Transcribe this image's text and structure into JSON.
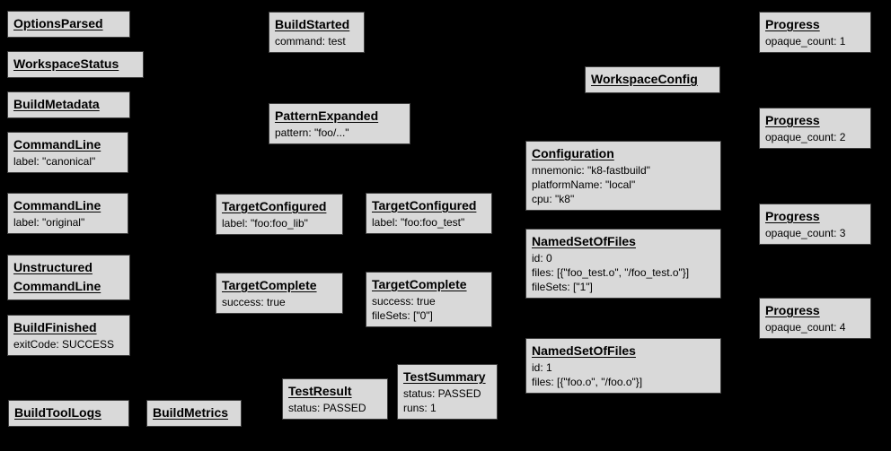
{
  "diagram": {
    "description": "Build event protocol example event graph",
    "background_color": "#000000",
    "node_fill_color": "#d9d9d9",
    "node_border_color": "#3f3f3f",
    "nodes": [
      {
        "title": "OptionsParsed",
        "lines": []
      },
      {
        "title": "WorkspaceStatus",
        "lines": []
      },
      {
        "title": "BuildMetadata",
        "lines": []
      },
      {
        "title": "CommandLine",
        "lines": [
          "label: \"canonical\""
        ]
      },
      {
        "title": "CommandLine",
        "lines": [
          "label: \"original\""
        ]
      },
      {
        "title": "Unstructured",
        "title2": "CommandLine",
        "lines": []
      },
      {
        "title": "BuildFinished",
        "lines": [
          "exitCode: SUCCESS"
        ]
      },
      {
        "title": "BuildToolLogs",
        "lines": []
      },
      {
        "title": "BuildMetrics",
        "lines": []
      },
      {
        "title": "BuildStarted",
        "lines": [
          "command: test"
        ]
      },
      {
        "title": "PatternExpanded",
        "lines": [
          "pattern: \"foo/...\""
        ]
      },
      {
        "title": "TargetConfigured",
        "lines": [
          "label: \"foo:foo_lib\""
        ]
      },
      {
        "title": "TargetConfigured",
        "lines": [
          "label: \"foo:foo_test\""
        ]
      },
      {
        "title": "TargetComplete",
        "lines": [
          "success: true"
        ]
      },
      {
        "title": "TargetComplete",
        "lines": [
          "success: true",
          "fileSets: [\"0\"]"
        ]
      },
      {
        "title": "TestResult",
        "lines": [
          "status: PASSED"
        ]
      },
      {
        "title": "TestSummary",
        "lines": [
          "status: PASSED",
          "runs: 1"
        ]
      },
      {
        "title": "WorkspaceConfig",
        "lines": []
      },
      {
        "title": "Configuration",
        "lines": [
          "mnemonic: \"k8-fastbuild\"",
          "platformName: \"local\"",
          "cpu: \"k8\""
        ]
      },
      {
        "title": "NamedSetOfFiles",
        "lines": [
          "id: 0",
          "files: [{\"foo_test.o\", \"/foo_test.o\"}]",
          "fileSets: [\"1\"]"
        ]
      },
      {
        "title": "NamedSetOfFiles",
        "lines": [
          "id: 1",
          "files: [{\"foo.o\", \"/foo.o\"}]"
        ]
      },
      {
        "title": "Progress",
        "lines": [
          "opaque_count: 1"
        ]
      },
      {
        "title": "Progress",
        "lines": [
          "opaque_count: 2"
        ]
      },
      {
        "title": "Progress",
        "lines": [
          "opaque_count: 3"
        ]
      },
      {
        "title": "Progress",
        "lines": [
          "opaque_count: 4"
        ]
      }
    ]
  }
}
